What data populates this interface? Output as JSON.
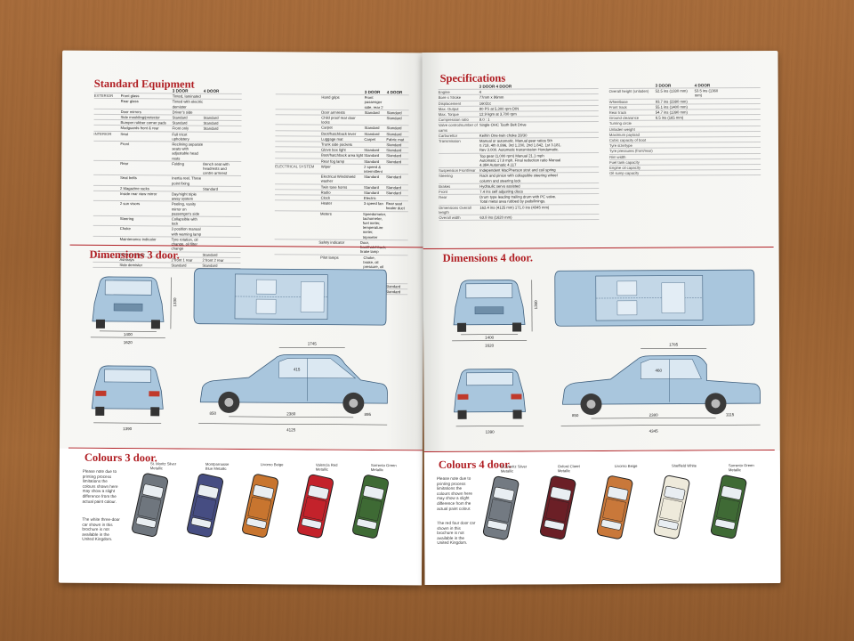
{
  "left": {
    "equipment_title": "Standard Equipment",
    "equipment_cols": [
      "3 DOOR",
      "4 DOOR"
    ],
    "equipment_a": [
      {
        "group": "EXTERIOR",
        "item": "Front glass",
        "d3": "Tinted, laminated",
        "d4": ""
      },
      {
        "group": "",
        "item": "Rear glass",
        "d3": "Tinted with electric demister",
        "d4": ""
      },
      {
        "group": "",
        "item": "Door mirrors",
        "d3": "Driver's side",
        "d4": ""
      },
      {
        "group": "",
        "item": "Side moulding/protector",
        "d3": "Standard",
        "d4": "Standard"
      },
      {
        "group": "",
        "item": "Bumper rubber corner pads",
        "d3": "Standard",
        "d4": "Standard"
      },
      {
        "group": "",
        "item": "Mudguards front & rear",
        "d3": "Front only",
        "d4": "Standard"
      },
      {
        "group": "INTERIOR",
        "item": "Seat",
        "d3": "Full tricot upholstery",
        "d4": ""
      },
      {
        "group": "",
        "item": "Front",
        "d3": "Reclining separate seats with adjustable head rests",
        "d4": ""
      },
      {
        "group": "",
        "item": "Rear",
        "d3": "Folding",
        "d4": "Bench seat with headrests and centre armrest"
      },
      {
        "group": "",
        "item": "Seat belts",
        "d3": "Inertia reel. Three point fixing",
        "d4": ""
      },
      {
        "group": "",
        "item": "2 Magazine racks",
        "d3": "",
        "d4": "Standard"
      },
      {
        "group": "",
        "item": "Inside rear view mirror",
        "d3": "Day/night triple away system",
        "d4": ""
      },
      {
        "group": "",
        "item": "2 sun visors",
        "d3": "Peeling, vanity mirror on passenger's side",
        "d4": ""
      },
      {
        "group": "",
        "item": "Steering",
        "d3": "Collapsible with lock",
        "d4": ""
      },
      {
        "group": "",
        "item": "Choke",
        "d3": "3 position manual with warning lamp",
        "d4": ""
      },
      {
        "group": "",
        "item": "Maintenance indicator",
        "d3": "Tyre rotation, oil change, oil filter change",
        "d4": ""
      },
      {
        "group": "",
        "item": "Centre console",
        "d3": "",
        "d4": "Standard"
      },
      {
        "group": "",
        "item": "Ashtrays",
        "d3": "2 front 1 rear",
        "d4": "2 front 2 rear"
      },
      {
        "group": "",
        "item": "Side demister",
        "d3": "Standard",
        "d4": "Standard"
      }
    ],
    "equipment_b": [
      {
        "group": "",
        "item": "Hand grips",
        "d3": "Front passenger side, rear 2",
        "d4": ""
      },
      {
        "group": "",
        "item": "Door armrests",
        "d3": "Standard",
        "d4": "Standard"
      },
      {
        "group": "",
        "item": "Child proof rear door locks",
        "d3": "",
        "d4": "Standard"
      },
      {
        "group": "",
        "item": "Carpet",
        "d3": "Standard",
        "d4": "Standard"
      },
      {
        "group": "",
        "item": "Boot/hatchback lever",
        "d3": "Standard",
        "d4": "Standard"
      },
      {
        "group": "",
        "item": "Luggage mat",
        "d3": "Carpet",
        "d4": "Fabric mat"
      },
      {
        "group": "",
        "item": "Trunk side pockets",
        "d3": "",
        "d4": "Standard"
      },
      {
        "group": "",
        "item": "Glove box light",
        "d3": "Standard",
        "d4": "Standard"
      },
      {
        "group": "",
        "item": "Boot/hatchback area light",
        "d3": "Standard",
        "d4": "Standard"
      },
      {
        "group": "",
        "item": "Rear fog lamp",
        "d3": "Standard",
        "d4": "Standard"
      },
      {
        "group": "ELECTRICAL SYSTEM",
        "item": "Wiper",
        "d3": "2 speed & intermittent",
        "d4": ""
      },
      {
        "group": "",
        "item": "Electrical Windshield washer",
        "d3": "Standard",
        "d4": "Standard"
      },
      {
        "group": "",
        "item": "Twin tone horns",
        "d3": "Standard",
        "d4": "Standard"
      },
      {
        "group": "",
        "item": "Radio",
        "d3": "Standard",
        "d4": "Standard"
      },
      {
        "group": "",
        "item": "Clock",
        "d3": "Electric",
        "d4": ""
      },
      {
        "group": "",
        "item": "Heater",
        "d3": "3 speed fan",
        "d4": "Rear seat heater duct"
      },
      {
        "group": "",
        "item": "Meters",
        "d3": "Speedometer, tachometer, fuel meter, temperature meter, tripmeter",
        "d4": ""
      },
      {
        "group": "",
        "item": "Safety indicator",
        "d3": "Door, boot/hatchback, brake lamp",
        "d4": ""
      },
      {
        "group": "",
        "item": "Pilot lamps",
        "d3": "Choke, brake, oil pressure, oil level, charge, beam, fuel, hazard",
        "d4": ""
      },
      {
        "group": "",
        "item": "Cigarette lighter",
        "d3": "Standard",
        "d4": "Standard"
      },
      {
        "group": "",
        "item": "Heater panel illumination",
        "d3": "Standard",
        "d4": "Standard"
      }
    ],
    "dim_title": "Dimensions 3 door.",
    "dims": {
      "front_width": "1400",
      "front_track": "1620",
      "front_height": "1330",
      "rear_track": "1390",
      "length": "4125",
      "wheelbase": "2380",
      "overhang_f": "850",
      "overhang_r": "895",
      "headroom": "1745",
      "seat": "415"
    },
    "colours_title": "Colours 3 door.",
    "colour_note": "Please note due to printing process limitations the colours shown here may show a slight difference from the actual paint colour.",
    "colour_note2": "The white three-door car shown in this brochure is not available in the United Kingdom.",
    "colours": [
      {
        "name": "St. Moritz Silver Metallic",
        "color": "#6f767e"
      },
      {
        "name": "Montparnasse Blue Metallic",
        "color": "#464d82"
      },
      {
        "name": "Livorno Beige",
        "color": "#c8752f"
      },
      {
        "name": "Valencia Red Metallic",
        "color": "#c3222b"
      },
      {
        "name": "Sorrento Green Metallic",
        "color": "#3e6a34"
      }
    ]
  },
  "right": {
    "spec_title": "Specifications",
    "spec_cols": [
      "3 DOOR",
      "4 DOOR"
    ],
    "spec_a": [
      {
        "item": "Engine",
        "val": "4"
      },
      {
        "item": "Bore x Stroke",
        "val": "77mm x 86mm"
      },
      {
        "item": "Displacement",
        "val": "1602cc"
      },
      {
        "item": "Max. Output",
        "val": "80 PS at 5,300 rpm DIN"
      },
      {
        "item": "Max. Torque",
        "val": "12.9 kgm at 3,700 rpm"
      },
      {
        "item": "Compression ratio",
        "val": "8.0 : 1"
      },
      {
        "item": "Valve control/number of cams",
        "val": "Single OHC Tooth Belt Drive"
      },
      {
        "item": "Carburettor",
        "val": "Keihin One-twin choke 28/30"
      },
      {
        "item": "Transmission",
        "val": "Manual or automatic. Manual gear ratios 5th 0.718, 4th 0.896, 3rd 1.200, 2nd 1.842, 1st 3.181. Rev 3.000. Automatic transmission Hondamatic."
      },
      {
        "item": "",
        "val": "Top gear (1,000 rpm) Manual 21.1 mph Automatic 17.8 mph. Final reduction ratio Manual 4.384 Automatic 4.117"
      },
      {
        "item": "Suspension Front/rear",
        "val": "Independent MacPherson strut and coil spring"
      },
      {
        "item": "Steering",
        "val": "Rack and pinion with collapsible steering wheel column and steering lock"
      },
      {
        "item": "Brakes",
        "val": "Hydraulic servo assisted"
      },
      {
        "item": "Front",
        "val": "7.4 ins self adjusting discs"
      },
      {
        "item": "Rear",
        "val": "Drum type leading trailing drum with PC valve. Total metal area rubbed by pads/linings."
      },
      {
        "item": "Dimensions Overall length",
        "val": "162.4 ins (4125 mm)  171.0 ins (4345 mm)"
      },
      {
        "item": "Overall width",
        "val": "63.8 ins (1620 mm)"
      }
    ],
    "spec_b": [
      {
        "item": "Overall height (unladen)",
        "d3": "52.5 ins (1330 mm)",
        "d4": "53.5 ins (1360 mm)"
      },
      {
        "item": "Wheelbase",
        "d3": "93.7 ins (2380 mm)",
        "d4": ""
      },
      {
        "item": "Front track",
        "d3": "55.1 ins (1400 mm)",
        "d4": ""
      },
      {
        "item": "Rear track",
        "d3": "54.7 ins (1390 mm)",
        "d4": ""
      },
      {
        "item": "Ground clearance",
        "d3": "6.5 ins (165 mm)",
        "d4": ""
      },
      {
        "item": "Turning circle",
        "d3": "",
        "d4": ""
      },
      {
        "item": "Unladen weight",
        "d3": "",
        "d4": ""
      },
      {
        "item": "Maximum payload",
        "d3": "",
        "d4": ""
      },
      {
        "item": "Cubic capacity of boot",
        "d3": "",
        "d4": ""
      },
      {
        "item": "Tyre size/type",
        "d3": "",
        "d4": ""
      },
      {
        "item": "Tyre pressures (front/rear)",
        "d3": "",
        "d4": ""
      },
      {
        "item": "Rim width",
        "d3": "",
        "d4": ""
      },
      {
        "item": "Fuel tank capacity",
        "d3": "",
        "d4": ""
      },
      {
        "item": "Engine oil capacity",
        "d3": "",
        "d4": ""
      },
      {
        "item": "Oil sump capacity",
        "d3": "",
        "d4": ""
      }
    ],
    "dim_title": "Dimensions 4 door.",
    "dims": {
      "front_width": "1400",
      "front_track": "1620",
      "front_height": "1360",
      "rear_track": "1390",
      "length": "4345",
      "wheelbase": "2380",
      "overhang_f": "850",
      "overhang_r": "1115",
      "headroom": "1785",
      "seat": "460"
    },
    "colours_title": "Colours 4 door.",
    "colour_note": "Please note due to printing process limitations the colours shown here may show a slight difference from the actual paint colour.",
    "colour_note2": "The red four door car shown in this brochure is not available in the United Kingdom.",
    "colours": [
      {
        "name": "St. Moritz Silver Metallic",
        "color": "#737a82"
      },
      {
        "name": "Oxford Claret Metallic",
        "color": "#6b1f26"
      },
      {
        "name": "Livorno Beige",
        "color": "#c9783a"
      },
      {
        "name": "Sheffield White",
        "color": "#eeeadb"
      },
      {
        "name": "Sorrento Green Metallic",
        "color": "#3f6a35"
      }
    ]
  },
  "palette": {
    "accent": "#b01e23",
    "car_blue": "#a9c6dd",
    "car_line": "#3f5f7d"
  }
}
